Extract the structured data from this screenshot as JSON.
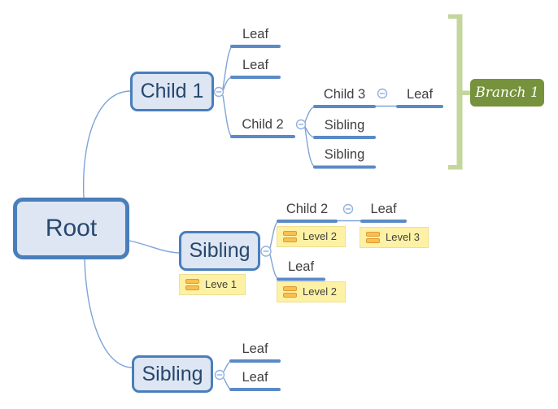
{
  "colors": {
    "accent-blue": "#4a7ebb",
    "box-fill": "#dde6f2",
    "box-text": "#27476e",
    "underline-blue": "#5b8ac6",
    "curve-blue": "#7ea4d8",
    "icon-blue": "#92b1dd",
    "bracket-green": "#c3d69b",
    "branch-fill": "#76923c",
    "branch-text": "#ffffff",
    "label-fill": "#fdf1a5",
    "label-border": "#f0e090",
    "label-bars": "#f9bf4f",
    "label-bars-border": "#e09a33",
    "node-text": "#3f3f3f"
  },
  "nodes": {
    "root": "Root",
    "child1": "Child 1",
    "sibling_mid": "Sibling",
    "sibling_bottom": "Sibling",
    "leaf_top1": "Leaf",
    "leaf_top2": "Leaf",
    "child2_top": "Child 2",
    "child3": "Child 3",
    "leaf_of_child3": "Leaf",
    "sibling_line1": "Sibling",
    "sibling_line2": "Sibling",
    "child2_mid": "Child 2",
    "leaf_of_child2_mid": "Leaf",
    "leaf_mid": "Leaf",
    "leaf_bottom1": "Leaf",
    "leaf_bottom2": "Leaf"
  },
  "labels": {
    "branch1": "Branch 1",
    "leve1": "Leve 1",
    "level2_a": "Level 2",
    "level3": "Level 3",
    "level2_b": "Level 2"
  }
}
